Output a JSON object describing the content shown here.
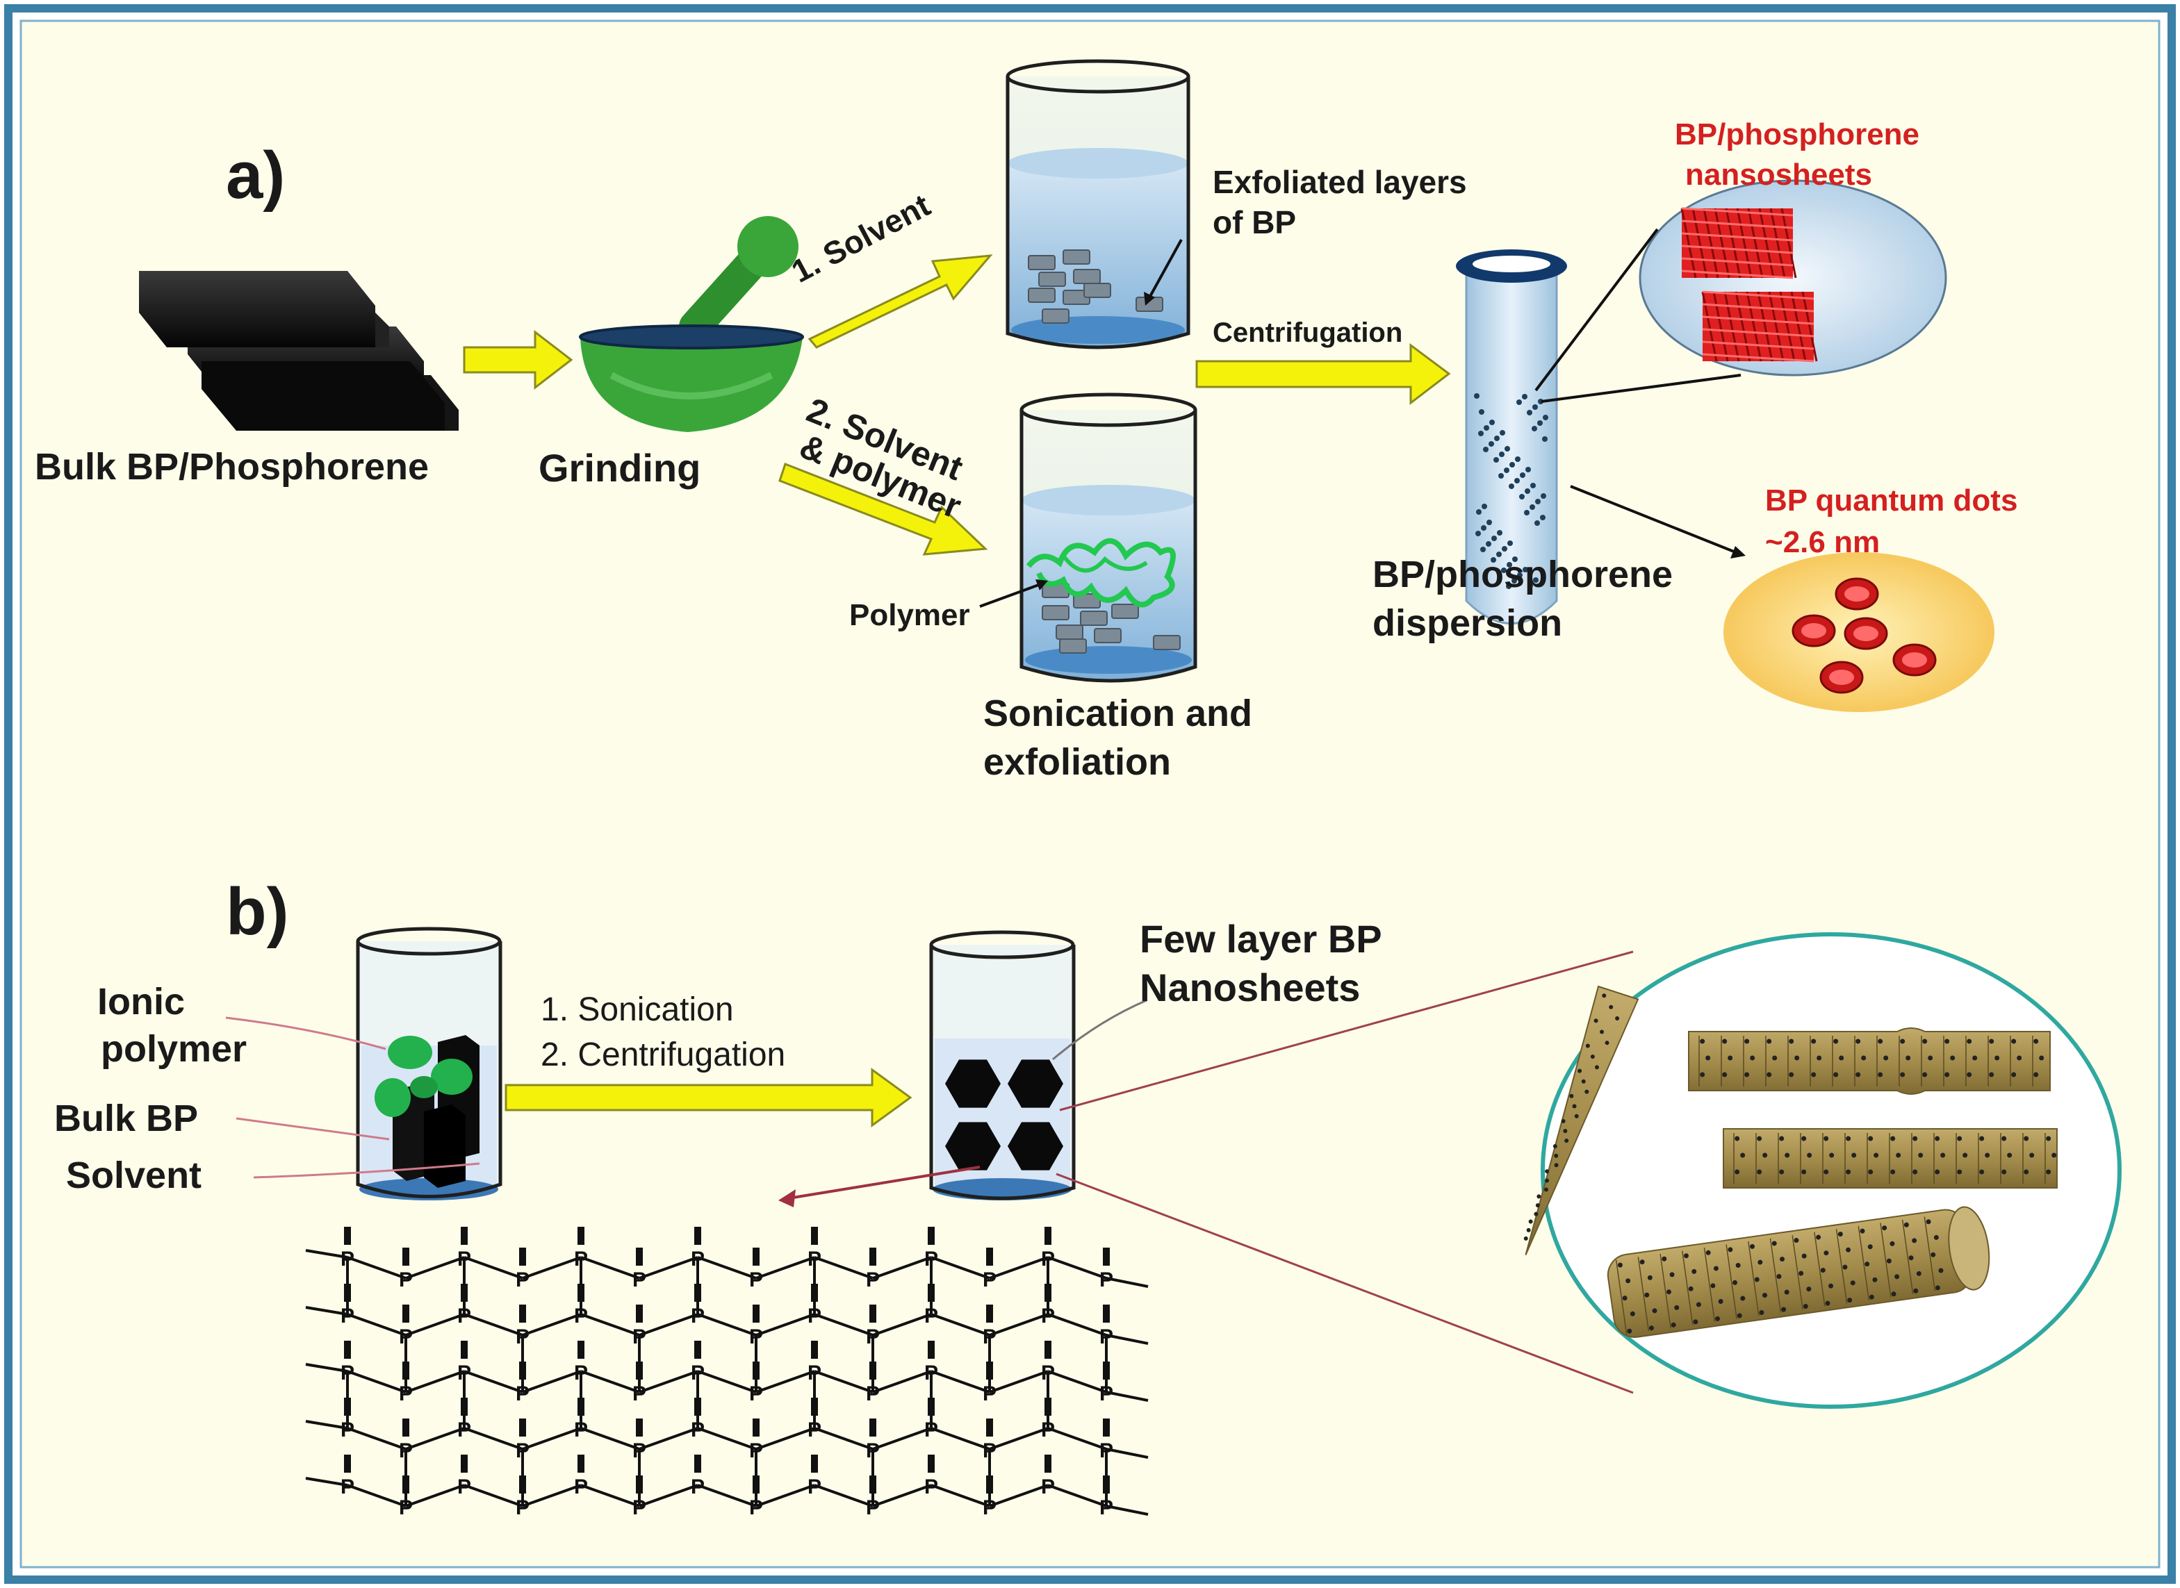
{
  "colors": {
    "border": "#3b80a6",
    "background": "#fdfdea",
    "arrow": "#f4f20a",
    "arrow_outline": "#8a8a20",
    "mortar": "#3aa63a",
    "liquid": "#a9cbe6",
    "polymer": "#22c850",
    "nanosheet_red": "#e02020",
    "nanotube_tan": "#a8914f",
    "bp_black": "#111111"
  },
  "panel_a": {
    "label": "a)",
    "bulk": "Bulk BP/Phosphorene",
    "grinding": "Grinding",
    "solvent_route": "1. Solvent",
    "polymer_route_1": "2. Solvent",
    "polymer_route_2": "& polymer",
    "exfoliated_1": "Exfoliated layers",
    "exfoliated_2": "of BP",
    "polymer_label": "Polymer",
    "sonication_1": "Sonication and",
    "sonication_2": "exfoliation",
    "centrifugation": "Centrifugation",
    "dispersion_1": "BP/phosphorene",
    "dispersion_2": "dispersion",
    "nanosheets_1": "BP/phosphorene",
    "nanosheets_2": "nansosheets",
    "qd_1": "BP quantum dots",
    "qd_2": "~2.6 nm"
  },
  "panel_b": {
    "label": "b)",
    "ionic_1": "Ionic",
    "ionic_2": "polymer",
    "bulk": "Bulk BP",
    "solvent": "Solvent",
    "step_1": "1. Sonication",
    "step_2": "2. Centrifugation",
    "few_layer_1": "Few layer BP",
    "few_layer_2": "Nanosheets",
    "atom_symbol": "P"
  }
}
